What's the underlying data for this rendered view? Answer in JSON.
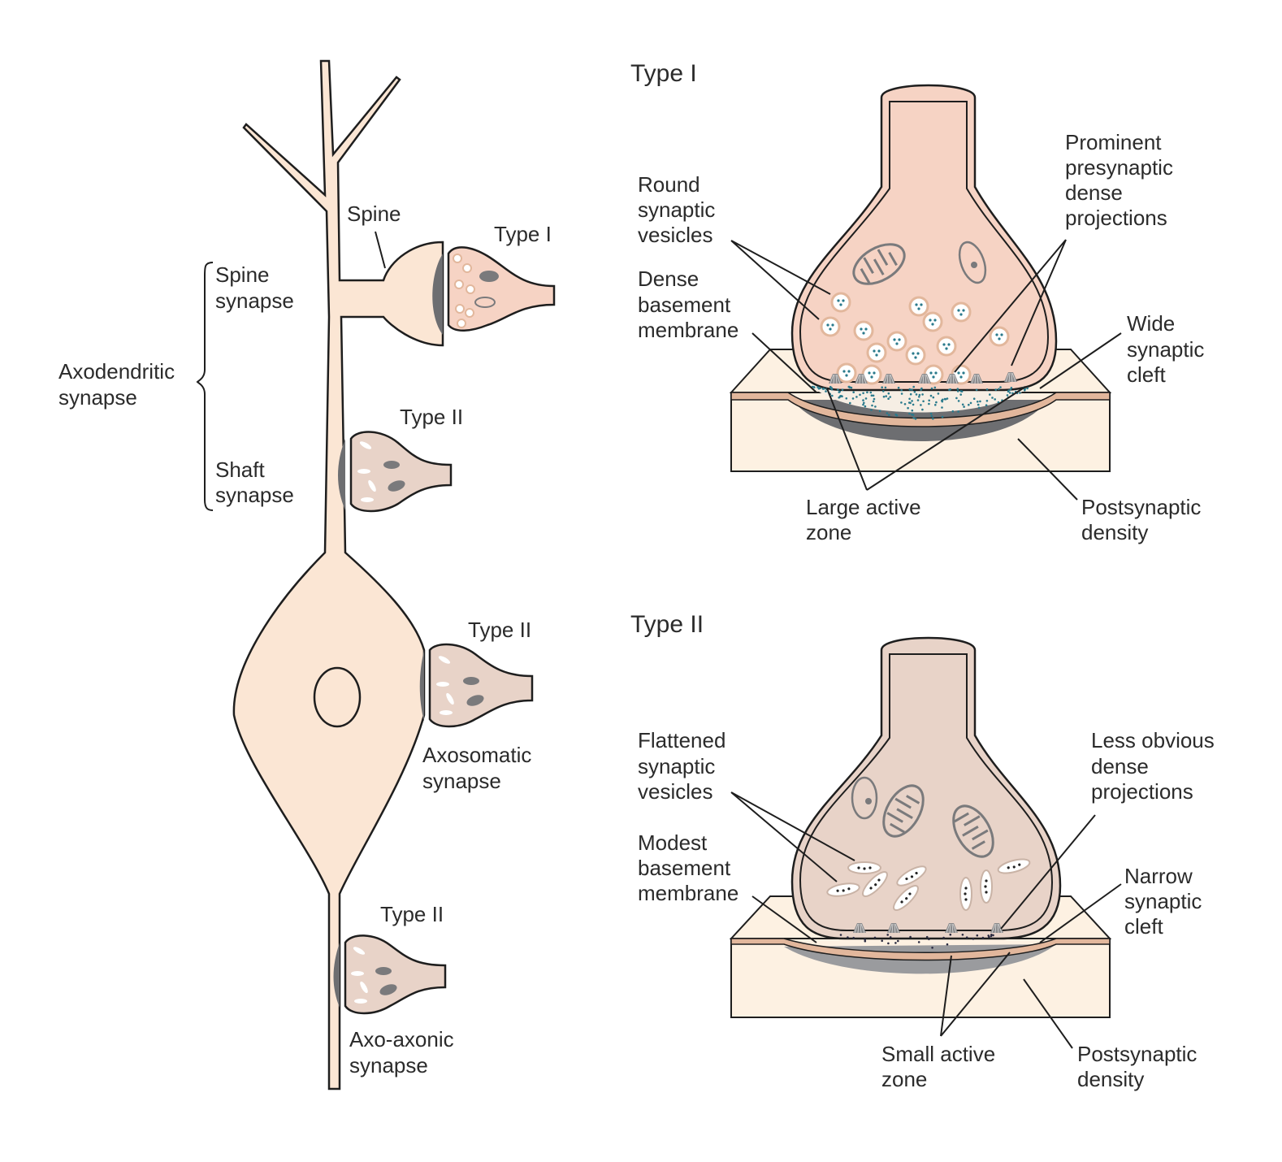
{
  "colors": {
    "neuron_fill": "#fbe6d4",
    "type1_terminal": "#f6d3c4",
    "type2_terminal": "#e8d3c8",
    "postsynaptic_density": "#6d6e71",
    "slab_fill": "#fdf1e2",
    "membrane_rim": "#e2b79c",
    "vesicle_dot": "#2a7a8c"
  },
  "left_panel": {
    "spine_label": "Spine",
    "type_i": "Type I",
    "spine_synapse": [
      "Spine",
      "synapse"
    ],
    "axodendritic": [
      "Axodendritic",
      "synapse"
    ],
    "shaft_synapse": [
      "Shaft",
      "synapse"
    ],
    "type_ii_shaft": "Type II",
    "type_ii_soma": "Type II",
    "axosomatic": [
      "Axosomatic",
      "synapse"
    ],
    "type_ii_axon": "Type II",
    "axoaxonic": [
      "Axo-axonic",
      "synapse"
    ]
  },
  "type1_panel": {
    "title": "Type I",
    "round_vesicles": [
      "Round",
      "synaptic",
      "vesicles"
    ],
    "dense_basement": [
      "Dense",
      "basement",
      "membrane"
    ],
    "prominent_projections": [
      "Prominent",
      "presynaptic",
      "dense",
      "projections"
    ],
    "wide_cleft": [
      "Wide",
      "synaptic",
      "cleft"
    ],
    "large_active_zone": [
      "Large active",
      "zone"
    ],
    "postsynaptic_density": [
      "Postsynaptic",
      "density"
    ]
  },
  "type2_panel": {
    "title": "Type II",
    "flattened_vesicles": [
      "Flattened",
      "synaptic",
      "vesicles"
    ],
    "modest_basement": [
      "Modest",
      "basement",
      "membrane"
    ],
    "less_obvious_projections": [
      "Less obvious",
      "dense",
      "projections"
    ],
    "narrow_cleft": [
      "Narrow",
      "synaptic",
      "cleft"
    ],
    "small_active_zone": [
      "Small active",
      "zone"
    ],
    "postsynaptic_density": [
      "Postsynaptic",
      "density"
    ]
  }
}
